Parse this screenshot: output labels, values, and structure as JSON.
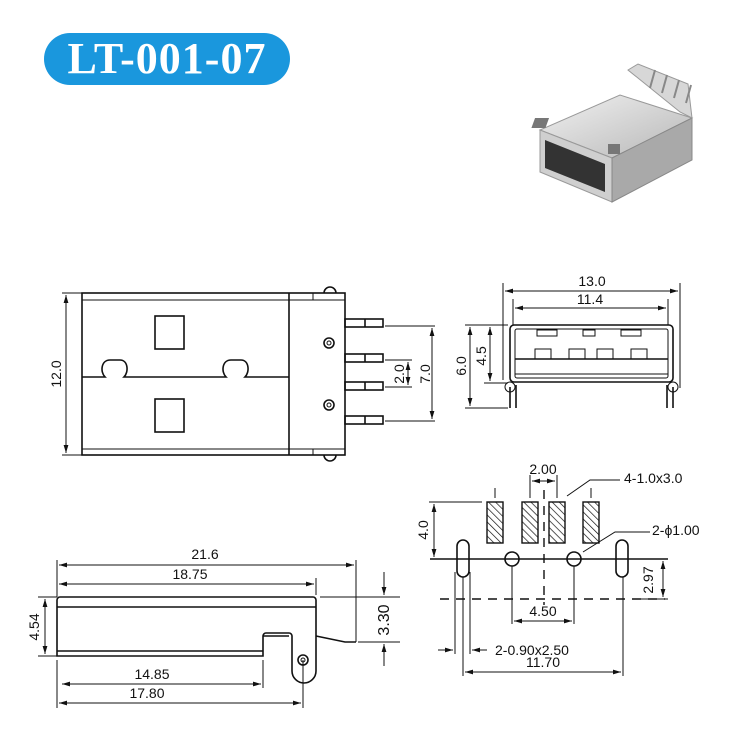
{
  "title": "LT-001-07",
  "brand_color": "#1a97dd",
  "product_photo": "usb-a-male-connector-photo",
  "top_view": {
    "width_dim": "12.0",
    "pin_pitch": "2.0",
    "outer_pin_span": "7.0"
  },
  "end_view": {
    "overall_width": "13.0",
    "inner_width": "11.4",
    "overall_height": "6.0",
    "shell_height": "4.5"
  },
  "footprint": {
    "pad_pitch": "2.00",
    "pad_spec": "4-1.0x3.0",
    "hole_spec": "2-ϕ1.00",
    "pad_to_hole": "4.0",
    "slot_offset": "2.97",
    "hole_spacing": "4.50",
    "slot_spec": "2-0.90x2.50",
    "slot_spacing": "11.70"
  },
  "side_view": {
    "overall_length": "21.6",
    "body_length": "18.75",
    "body_height": "4.54",
    "pin_height": "3.30",
    "notch_length": "14.85",
    "hole_position": "17.80"
  }
}
